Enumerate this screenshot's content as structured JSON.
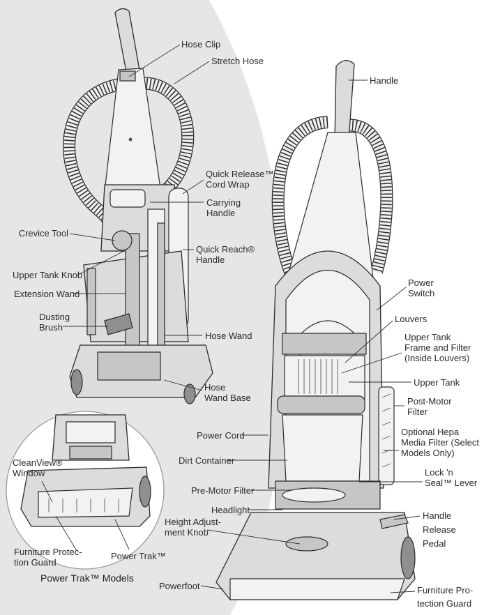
{
  "labels": {
    "hose_clip": "Hose Clip",
    "stretch_hose": "Stretch Hose",
    "handle": "Handle",
    "quick_release_1": "Quick Release™",
    "quick_release_2": "Cord Wrap",
    "carrying_handle_1": "Carrying",
    "carrying_handle_2": "Handle",
    "crevice_tool": "Crevice Tool",
    "quick_reach_1": "Quick Reach®",
    "quick_reach_2": "Handle",
    "upper_tank_knob": "Upper Tank Knob",
    "extension_wand": "Extension Wand",
    "power_switch_1": "Power",
    "power_switch_2": "Switch",
    "dusting_brush_1": "Dusting",
    "dusting_brush_2": "Brush",
    "louvers": "Louvers",
    "hose_wand": "Hose Wand",
    "upper_tank_frame_1": "Upper Tank",
    "upper_tank_frame_2": "Frame and Filter",
    "upper_tank_frame_3": "(Inside Louvers)",
    "hose_wand_base_1": "Hose",
    "hose_wand_base_2": "Wand Base",
    "upper_tank": "Upper Tank",
    "post_motor_1": "Post-Motor",
    "post_motor_2": "Filter",
    "power_cord": "Power Cord",
    "hepa_1": "Optional Hepa",
    "hepa_2": "Media Filter (Select",
    "hepa_3": "Models Only)",
    "cleanview_1": "CleanView®",
    "cleanview_2": "Window",
    "dirt_container": "Dirt Container",
    "lock_seal_1": "Lock 'n",
    "lock_seal_2": "Seal™ Lever",
    "pre_motor": "Pre-Motor Filter",
    "headlight": "Headlight",
    "handle_release_1": "Handle",
    "handle_release_2": "Release",
    "handle_release_3": "Pedal",
    "height_adj_1": "Height Adjust-",
    "height_adj_2": "ment Knob",
    "furniture_guard_left_1": "Furniture Protec-",
    "furniture_guard_left_2": "tion Guard",
    "power_trak": "Power Trak™",
    "powerfoot": "Powerfoot",
    "furniture_guard_right_1": "Furniture Pro-",
    "furniture_guard_right_2": "tection Guard"
  },
  "caption": "Power Trak™ Models"
}
